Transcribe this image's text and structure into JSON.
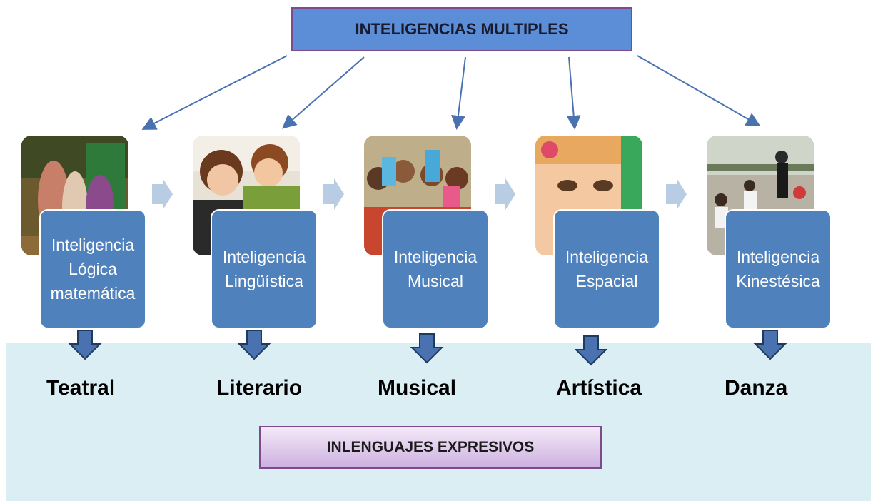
{
  "title": "INTELIGENCIAS MULTIPLES",
  "intelligences": [
    {
      "label": "Inteligencia\nLógica\nmatemática",
      "language": "Teatral",
      "photo": "theater-performance-photo"
    },
    {
      "label": "Inteligencia\nLingüística",
      "language": "Literario",
      "photo": "children-reading-photo"
    },
    {
      "label": "Inteligencia\nMusical",
      "language": "Musical",
      "photo": "children-with-instruments-photo"
    },
    {
      "label": "Inteligencia\nEspacial",
      "language": "Artística",
      "photo": "smiling-child-face-photo"
    },
    {
      "label": "Inteligencia\nKinestésica",
      "language": "Danza",
      "photo": "children-dancing-outdoors-photo"
    }
  ],
  "footer": "INLENGUAJES EXPRESIVOS",
  "colors": {
    "card": "#4f81bd",
    "top_box": "#5b8ed6",
    "panel": "#dbeef3",
    "arrow": "#4a72b0",
    "chevron": "#b8cce4",
    "down_arrow": "#2f4f7f"
  }
}
